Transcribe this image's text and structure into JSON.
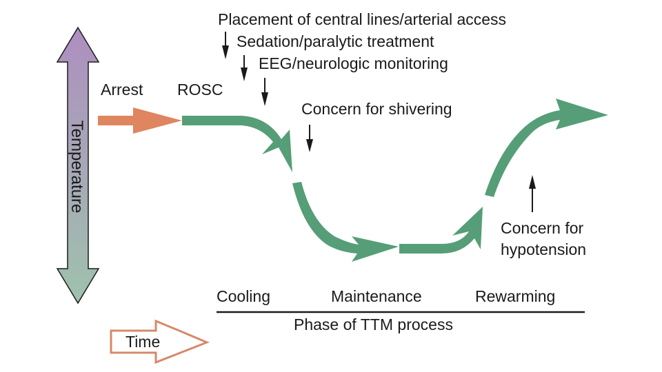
{
  "diagram": {
    "title_concept": "Targeted temperature management (TTM) timeline",
    "axis": {
      "temperature_label": "Temperature",
      "time_label": "Time",
      "phase_axis_label": "Phase of TTM process"
    },
    "events": {
      "arrest": "Arrest",
      "rosc": "ROSC"
    },
    "annotations": [
      {
        "id": "central-lines",
        "text": "Placement of central lines/arterial access",
        "pointer": "down"
      },
      {
        "id": "sedation",
        "text": "Sedation/paralytic treatment",
        "pointer": "down"
      },
      {
        "id": "eeg",
        "text": "EEG/neurologic monitoring",
        "pointer": "down"
      },
      {
        "id": "shivering",
        "text": "Concern for shivering",
        "pointer": "down"
      },
      {
        "id": "hypotension",
        "text_lines": [
          "Concern for",
          "hypotension"
        ],
        "pointer": "up"
      }
    ],
    "phases": [
      "Cooling",
      "Maintenance",
      "Rewarming"
    ],
    "colors": {
      "arrest_arrow": "#df855f",
      "curve": "#559e78",
      "temp_arrow_top": "#ae8ec0",
      "temp_arrow_bottom": "#9fc2ad",
      "time_arrow_outline": "#d6896a",
      "text": "#1a1a1a"
    }
  }
}
